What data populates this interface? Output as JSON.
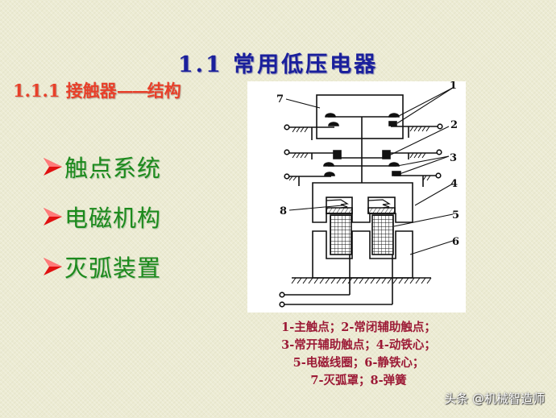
{
  "slide": {
    "title": "1.1  常用低压电器",
    "subtitle": {
      "number": "1.1.1",
      "topic": "接触器",
      "dash": "——",
      "aspect": "结构"
    },
    "bullets": [
      {
        "icon": "red-arrowhead-bullet",
        "label": "触点系统"
      },
      {
        "icon": "red-arrowhead-bullet",
        "label": "电磁机构"
      },
      {
        "icon": "red-arrowhead-bullet",
        "label": "灭弧装置"
      }
    ],
    "diagram": {
      "description": "Contactor structure schematic",
      "labels": [
        "1",
        "2",
        "3",
        "4",
        "5",
        "6",
        "7",
        "8"
      ]
    },
    "caption": [
      "1-主触点；2-常闭辅助触点；",
      "3-常开辅助触点；4-动铁心；",
      "5-电磁线圈；6-静铁心；",
      "7-灭弧罩；8-弹簧"
    ],
    "watermark": "头条 @机械智造师"
  },
  "colors": {
    "title": "#1a1f9c",
    "subtitle": "#e8402a",
    "bullet_text": "#1c8a1c",
    "bullet_arrow": "#e01010",
    "caption": "#9c1a36",
    "background": "#ecebd3"
  }
}
